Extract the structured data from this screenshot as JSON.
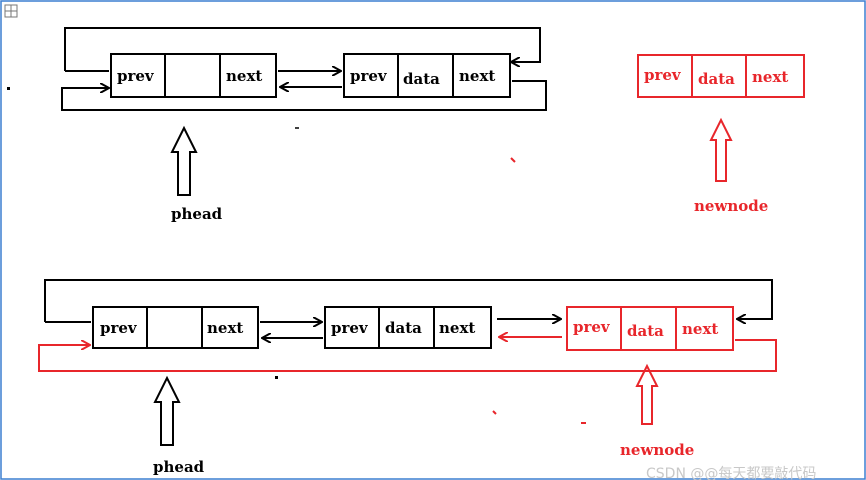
{
  "colors": {
    "ink": "#000000",
    "accent": "#e8262b",
    "frame": "#3c7fd0",
    "watermark": "#c8c8c8"
  },
  "top_diagram": {
    "head_node": {
      "prev": "prev",
      "data": "",
      "next": "next"
    },
    "node1": {
      "prev": "prev",
      "data": "data",
      "next": "next"
    },
    "new_node": {
      "prev": "prev",
      "data": "data",
      "next": "next"
    },
    "phead_label": "phead",
    "newnode_label": "newnode"
  },
  "bottom_diagram": {
    "head_node": {
      "prev": "prev",
      "data": "",
      "next": "next"
    },
    "node1": {
      "prev": "prev",
      "data": "data",
      "next": "next"
    },
    "new_node": {
      "prev": "prev",
      "data": "data",
      "next": "next"
    },
    "phead_label": "phead",
    "newnode_label": "newnode"
  },
  "watermark": "CSDN @@每天都要敲代码"
}
